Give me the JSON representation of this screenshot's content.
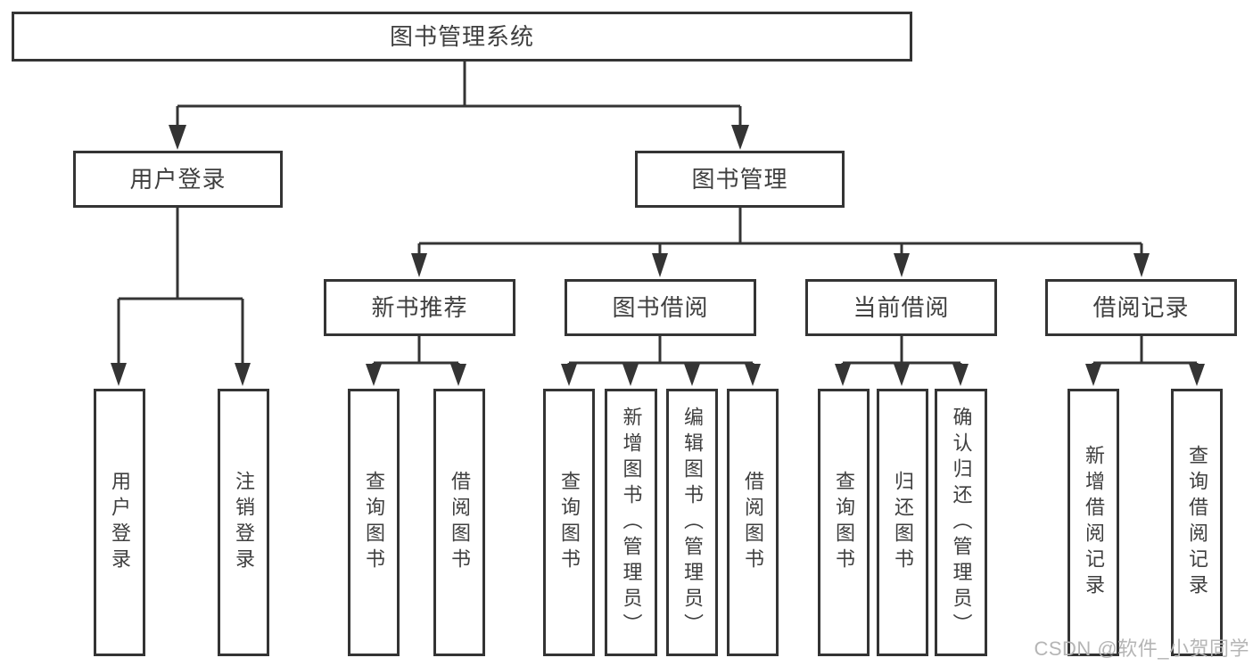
{
  "diagram": {
    "nodes": {
      "root": "图书管理系统",
      "level2": [
        {
          "label": "用户登录",
          "leaves": [
            "用户登录",
            "注销登录"
          ]
        },
        {
          "label": "图书管理"
        }
      ],
      "level3": [
        {
          "label": "新书推荐",
          "leaves": [
            "查询图书",
            "借阅图书"
          ]
        },
        {
          "label": "图书借阅",
          "leaves": [
            "查询图书",
            "新增图书（管理员）",
            "编辑图书（管理员）",
            "借阅图书"
          ]
        },
        {
          "label": "当前借阅",
          "leaves": [
            "查询图书",
            "归还图书",
            "确认归还（管理员）"
          ]
        },
        {
          "label": "借阅记录",
          "leaves": [
            "新增借阅记录",
            "查询借阅记录"
          ]
        }
      ]
    },
    "watermark": "CSDN @软件_小贺同学",
    "colors": {
      "line": "#343434",
      "text": "#3f3f3f",
      "box_background": "#ffffff",
      "page_background": "#ffffff",
      "watermark": "#b5b5b5"
    }
  }
}
